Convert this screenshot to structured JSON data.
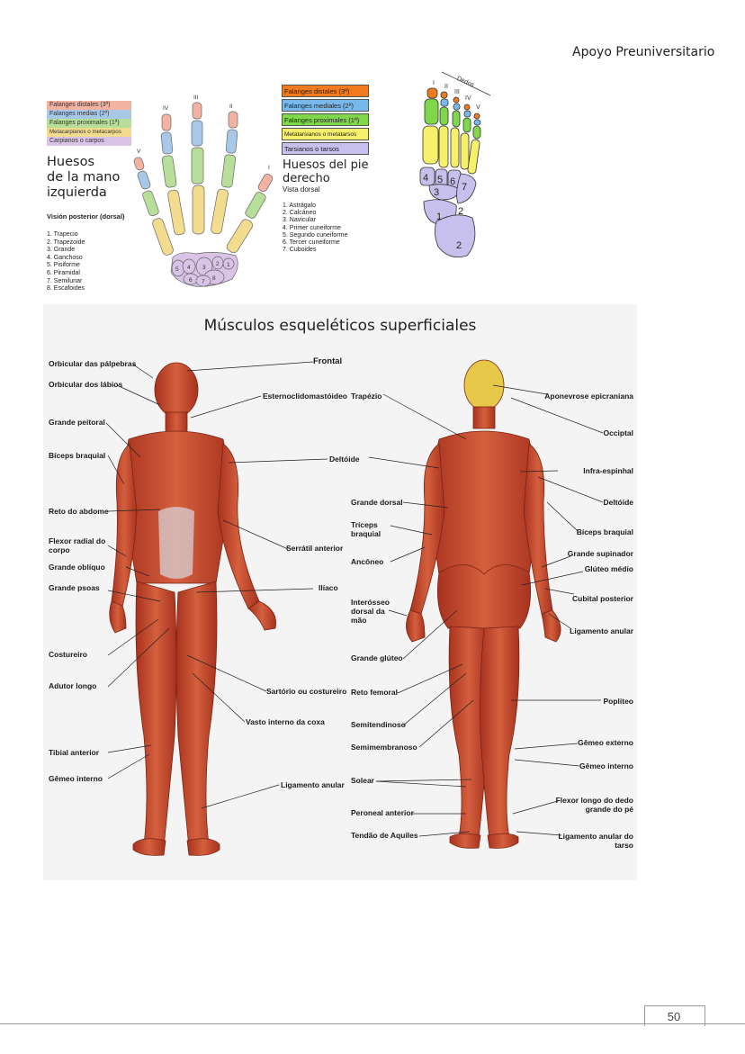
{
  "header": {
    "title": "Apoyo Preuniversitario"
  },
  "hand": {
    "legend": [
      {
        "label": "Falanges distales (3ª)",
        "color": "#f2b3a3"
      },
      {
        "label": "Falanges medias (2ª)",
        "color": "#a8c8e8"
      },
      {
        "label": "Falanges proximales (1ª)",
        "color": "#b8df9a"
      },
      {
        "label": "Metacarpianos o metacarpos",
        "color": "#f4dc8e"
      },
      {
        "label": "Carpianos o carpos",
        "color": "#d9c3e6"
      }
    ],
    "title_line1": "Huesos",
    "title_line2": "de la mano",
    "title_line3": "izquierda",
    "view": "Visión posterior (dorsal)",
    "items": [
      "1. Trapecio",
      "2. Trapezoide",
      "3. Grande",
      "4. Ganchoso",
      "5. Pisiforme",
      "6. Piramidal",
      "7. Semilunar",
      "8. Escafoides"
    ],
    "finger_numerals": [
      "V",
      "IV",
      "III",
      "II",
      "I"
    ],
    "carpal_numbers": [
      "1",
      "2",
      "3",
      "4",
      "5",
      "6",
      "7",
      "8"
    ]
  },
  "foot": {
    "legend": [
      {
        "label": "Falanges distales (3ª)",
        "color": "#f07b1e"
      },
      {
        "label": "Falanges mediales (2ª)",
        "color": "#77b9ec"
      },
      {
        "label": "Falanges proximales (1ª)",
        "color": "#7fd84a"
      },
      {
        "label": "Metatarsianos o metatarsos",
        "color": "#f6f06a"
      },
      {
        "label": "Tarsianos o tarsos",
        "color": "#c7c0ec"
      }
    ],
    "title_line1": "Huesos del pie",
    "title_line2": "derecho",
    "subtitle": "Vista dorsal",
    "items": [
      "1. Astrágalo",
      "2. Calcáneo",
      "3. Navicular",
      "4. Primer cuneiforme",
      "5. Segundo cuneiforme",
      "6. Tercer cuneiforme",
      "7. Cuboides"
    ],
    "toes_label": "Dedos",
    "toe_numerals": [
      "I",
      "II",
      "III",
      "IV",
      "V"
    ],
    "tarsal_numbers": [
      "4",
      "5",
      "6",
      "3",
      "7",
      "1",
      "2",
      "2"
    ]
  },
  "muscles": {
    "title": "Músculos esqueléticos superficiales",
    "front_left": [
      "Orbicular das pálpebras",
      "Orbicular dos lábios",
      "Grande peitoral",
      "Bíceps braquial",
      "Reto do abdome",
      "Flexor radial do",
      "corpo",
      "Grande oblíquo",
      "Grande psoas",
      "Costureiro",
      "Adutor longo",
      "Tibial anterior",
      "Gêmeo interno"
    ],
    "front_right": [
      "Frontal",
      "Esternoclidomastóideo",
      "Deltóide",
      "Serrátil anterior",
      "Ilíaco",
      "Sartório ou costureiro",
      "Vasto interno da coxa",
      "Ligamento anular"
    ],
    "back_left": [
      "Trapézio",
      "Grande dorsal",
      "Tríceps",
      "braquial",
      "Ancôneo",
      "Interósseo",
      "dorsal da",
      "mão",
      "Grande glúteo",
      "Reto femoral",
      "Semitendinoso",
      "Semimembranoso",
      "Solear",
      "Peroneal anterior",
      "Tendão de Aquiles"
    ],
    "back_right": [
      "Aponevrose epicraniana",
      "Occiptal",
      "Infra-espinhal",
      "Deltóide",
      "Bíceps braquial",
      "Grande supinador",
      "Glúteo médio",
      "Cubital posterior",
      "Ligamento anular",
      "Popliteo",
      "Gêmeo externo",
      "Gêmeo interno",
      "Flexor longo do dedo",
      "grande do pé",
      "Ligamento anular do",
      "tarso"
    ]
  },
  "footer": {
    "page_number": "50"
  }
}
